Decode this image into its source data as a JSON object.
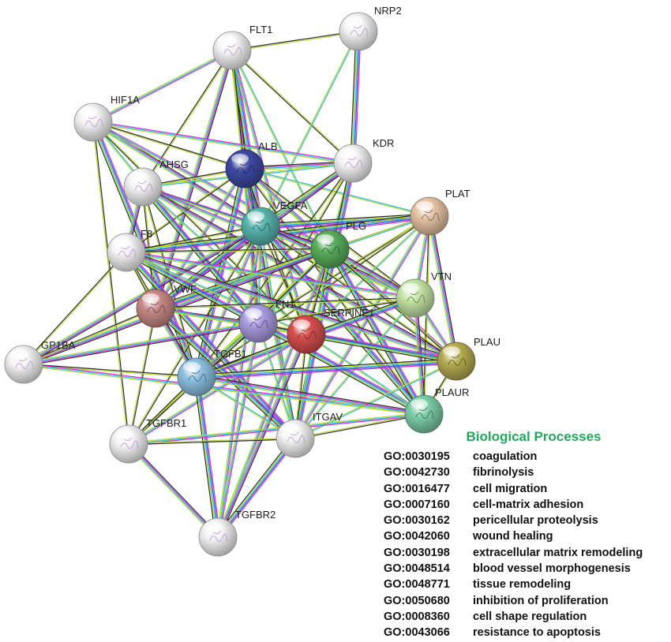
{
  "network": {
    "nodes": [
      {
        "id": "FLT1",
        "label": "FLT1",
        "color": "#f4f4f4"
      },
      {
        "id": "NRP2",
        "label": "NRP2",
        "color": "#f4f4f4"
      },
      {
        "id": "HIF1A",
        "label": "HIF1A",
        "color": "#f4f4f4"
      },
      {
        "id": "ALB",
        "label": "ALB",
        "color": "#3f4aa3"
      },
      {
        "id": "KDR",
        "label": "KDR",
        "color": "#f4f4f4"
      },
      {
        "id": "AHSG",
        "label": "AHSG",
        "color": "#f4f4f4"
      },
      {
        "id": "PLAT",
        "label": "PLAT",
        "color": "#e6c4a4"
      },
      {
        "id": "VEGFA",
        "label": "VEGFA",
        "color": "#5ab5b0"
      },
      {
        "id": "PLG",
        "label": "PLG",
        "color": "#5aae5e"
      },
      {
        "id": "F8",
        "label": "F8",
        "color": "#f4f4f4"
      },
      {
        "id": "VTN",
        "label": "VTN",
        "color": "#c6e6a6"
      },
      {
        "id": "VWF",
        "label": "VWF",
        "color": "#c88a86"
      },
      {
        "id": "FN1",
        "label": "FN1",
        "color": "#a99ce0"
      },
      {
        "id": "SERPINE1",
        "label": "SERPINE1",
        "color": "#d94e4e"
      },
      {
        "id": "PLAU",
        "label": "PLAU",
        "color": "#b6ac52"
      },
      {
        "id": "GP1BA",
        "label": "GP1BA",
        "color": "#f4f4f4"
      },
      {
        "id": "TGFB1",
        "label": "TGFB1",
        "color": "#8ec2e2"
      },
      {
        "id": "PLAUR",
        "label": "PLAUR",
        "color": "#7ecfaa"
      },
      {
        "id": "TGFBR1",
        "label": "TGFBR1",
        "color": "#f4f4f4"
      },
      {
        "id": "ITGAV",
        "label": "ITGAV",
        "color": "#f4f4f4"
      },
      {
        "id": "TGFBR2",
        "label": "TGFBR2",
        "color": "#f4f4f4"
      }
    ],
    "edge_colors": {
      "black": "#2b2b2b",
      "magenta": "#d62fd6",
      "cyan": "#29b9d9",
      "yellow_green": "#b7d83a",
      "blue": "#4b4bd6"
    },
    "edges": [
      [
        "FLT1",
        "NRP2"
      ],
      [
        "FLT1",
        "HIF1A"
      ],
      [
        "FLT1",
        "ALB"
      ],
      [
        "FLT1",
        "KDR"
      ],
      [
        "FLT1",
        "VEGFA"
      ],
      [
        "FLT1",
        "PLG"
      ],
      [
        "FLT1",
        "FN1"
      ],
      [
        "FLT1",
        "SERPINE1"
      ],
      [
        "FLT1",
        "VWF"
      ],
      [
        "FLT1",
        "AHSG"
      ],
      [
        "NRP2",
        "KDR"
      ],
      [
        "NRP2",
        "VEGFA"
      ],
      [
        "HIF1A",
        "ALB"
      ],
      [
        "HIF1A",
        "KDR"
      ],
      [
        "HIF1A",
        "VEGFA"
      ],
      [
        "HIF1A",
        "SERPINE1"
      ],
      [
        "HIF1A",
        "TGFB1"
      ],
      [
        "HIF1A",
        "FN1"
      ],
      [
        "HIF1A",
        "TGFBR1"
      ],
      [
        "HIF1A",
        "PLG"
      ],
      [
        "ALB",
        "KDR"
      ],
      [
        "ALB",
        "AHSG"
      ],
      [
        "ALB",
        "VEGFA"
      ],
      [
        "ALB",
        "PLG"
      ],
      [
        "ALB",
        "F8"
      ],
      [
        "ALB",
        "VWF"
      ],
      [
        "ALB",
        "FN1"
      ],
      [
        "ALB",
        "SERPINE1"
      ],
      [
        "ALB",
        "TGFB1"
      ],
      [
        "ALB",
        "PLAT"
      ],
      [
        "ALB",
        "VTN"
      ],
      [
        "ALB",
        "PLAU"
      ],
      [
        "ALB",
        "ITGAV"
      ],
      [
        "ALB",
        "PLAUR"
      ],
      [
        "KDR",
        "VEGFA"
      ],
      [
        "KDR",
        "PLG"
      ],
      [
        "KDR",
        "FN1"
      ],
      [
        "KDR",
        "SERPINE1"
      ],
      [
        "KDR",
        "VWF"
      ],
      [
        "KDR",
        "TGFB1"
      ],
      [
        "KDR",
        "ITGAV"
      ],
      [
        "KDR",
        "AHSG"
      ],
      [
        "AHSG",
        "VEGFA"
      ],
      [
        "AHSG",
        "PLG"
      ],
      [
        "AHSG",
        "F8"
      ],
      [
        "AHSG",
        "VWF"
      ],
      [
        "AHSG",
        "FN1"
      ],
      [
        "AHSG",
        "SERPINE1"
      ],
      [
        "AHSG",
        "TGFB1"
      ],
      [
        "AHSG",
        "VTN"
      ],
      [
        "AHSG",
        "PLAU"
      ],
      [
        "PLAT",
        "PLG"
      ],
      [
        "PLAT",
        "VEGFA"
      ],
      [
        "PLAT",
        "SERPINE1"
      ],
      [
        "PLAT",
        "FN1"
      ],
      [
        "PLAT",
        "VTN"
      ],
      [
        "PLAT",
        "PLAU"
      ],
      [
        "PLAT",
        "PLAUR"
      ],
      [
        "PLAT",
        "F8"
      ],
      [
        "PLAT",
        "VWF"
      ],
      [
        "PLAT",
        "TGFB1"
      ],
      [
        "PLAT",
        "ITGAV"
      ],
      [
        "VEGFA",
        "PLG"
      ],
      [
        "VEGFA",
        "F8"
      ],
      [
        "VEGFA",
        "VWF"
      ],
      [
        "VEGFA",
        "FN1"
      ],
      [
        "VEGFA",
        "SERPINE1"
      ],
      [
        "VEGFA",
        "TGFB1"
      ],
      [
        "VEGFA",
        "VTN"
      ],
      [
        "VEGFA",
        "PLAU"
      ],
      [
        "VEGFA",
        "PLAUR"
      ],
      [
        "VEGFA",
        "ITGAV"
      ],
      [
        "VEGFA",
        "TGFBR1"
      ],
      [
        "VEGFA",
        "TGFBR2"
      ],
      [
        "VEGFA",
        "GP1BA"
      ],
      [
        "PLG",
        "F8"
      ],
      [
        "PLG",
        "VWF"
      ],
      [
        "PLG",
        "FN1"
      ],
      [
        "PLG",
        "SERPINE1"
      ],
      [
        "PLG",
        "TGFB1"
      ],
      [
        "PLG",
        "VTN"
      ],
      [
        "PLG",
        "PLAU"
      ],
      [
        "PLG",
        "PLAUR"
      ],
      [
        "PLG",
        "ITGAV"
      ],
      [
        "PLG",
        "TGFBR1"
      ],
      [
        "PLG",
        "TGFBR2"
      ],
      [
        "PLG",
        "GP1BA"
      ],
      [
        "F8",
        "VWF"
      ],
      [
        "F8",
        "FN1"
      ],
      [
        "F8",
        "SERPINE1"
      ],
      [
        "F8",
        "TGFB1"
      ],
      [
        "F8",
        "VTN"
      ],
      [
        "F8",
        "PLAU"
      ],
      [
        "F8",
        "GP1BA"
      ],
      [
        "F8",
        "ITGAV"
      ],
      [
        "VTN",
        "SERPINE1"
      ],
      [
        "VTN",
        "FN1"
      ],
      [
        "VTN",
        "PLAU"
      ],
      [
        "VTN",
        "PLAUR"
      ],
      [
        "VTN",
        "VWF"
      ],
      [
        "VTN",
        "TGFB1"
      ],
      [
        "VTN",
        "ITGAV"
      ],
      [
        "VWF",
        "FN1"
      ],
      [
        "VWF",
        "SERPINE1"
      ],
      [
        "VWF",
        "TGFB1"
      ],
      [
        "VWF",
        "GP1BA"
      ],
      [
        "VWF",
        "ITGAV"
      ],
      [
        "VWF",
        "PLAU"
      ],
      [
        "VWF",
        "TGFBR1"
      ],
      [
        "FN1",
        "SERPINE1"
      ],
      [
        "FN1",
        "TGFB1"
      ],
      [
        "FN1",
        "PLAU"
      ],
      [
        "FN1",
        "PLAUR"
      ],
      [
        "FN1",
        "ITGAV"
      ],
      [
        "FN1",
        "TGFBR1"
      ],
      [
        "FN1",
        "TGFBR2"
      ],
      [
        "FN1",
        "GP1BA"
      ],
      [
        "SERPINE1",
        "TGFB1"
      ],
      [
        "SERPINE1",
        "PLAU"
      ],
      [
        "SERPINE1",
        "PLAUR"
      ],
      [
        "SERPINE1",
        "ITGAV"
      ],
      [
        "SERPINE1",
        "TGFBR1"
      ],
      [
        "SERPINE1",
        "TGFBR2"
      ],
      [
        "PLAU",
        "PLAUR"
      ],
      [
        "PLAU",
        "TGFB1"
      ],
      [
        "PLAU",
        "ITGAV"
      ],
      [
        "GP1BA",
        "TGFB1"
      ],
      [
        "GP1BA",
        "PLAUR"
      ],
      [
        "TGFB1",
        "PLAUR"
      ],
      [
        "TGFB1",
        "TGFBR1"
      ],
      [
        "TGFB1",
        "TGFBR2"
      ],
      [
        "TGFB1",
        "ITGAV"
      ],
      [
        "PLAUR",
        "ITGAV"
      ],
      [
        "PLAUR",
        "TGFBR1"
      ],
      [
        "TGFBR1",
        "TGFBR2"
      ],
      [
        "TGFBR1",
        "ITGAV"
      ],
      [
        "ITGAV",
        "TGFBR2"
      ]
    ]
  },
  "biological_processes": {
    "title": "Biological Processes",
    "items": [
      {
        "go_id": "GO:0030195",
        "term": "coagulation"
      },
      {
        "go_id": "GO:0042730",
        "term": "fibrinolysis"
      },
      {
        "go_id": "GO:0016477",
        "term": "cell migration"
      },
      {
        "go_id": "GO:0007160",
        "term": "cell-matrix adhesion"
      },
      {
        "go_id": "GO:0030162",
        "term": "pericellular proteolysis"
      },
      {
        "go_id": "GO:0042060",
        "term": "wound healing"
      },
      {
        "go_id": "GO:0030198",
        "term": "extracellular matrix remodeling"
      },
      {
        "go_id": "GO:0048514",
        "term": "blood vessel morphogenesis"
      },
      {
        "go_id": "GO:0048771",
        "term": "tissue remodeling"
      },
      {
        "go_id": "GO:0050680",
        "term": "inhibition of proliferation"
      },
      {
        "go_id": "GO:0008360",
        "term": "cell shape regulation"
      },
      {
        "go_id": "GO:0043066",
        "term": "resistance to apoptosis"
      }
    ]
  }
}
